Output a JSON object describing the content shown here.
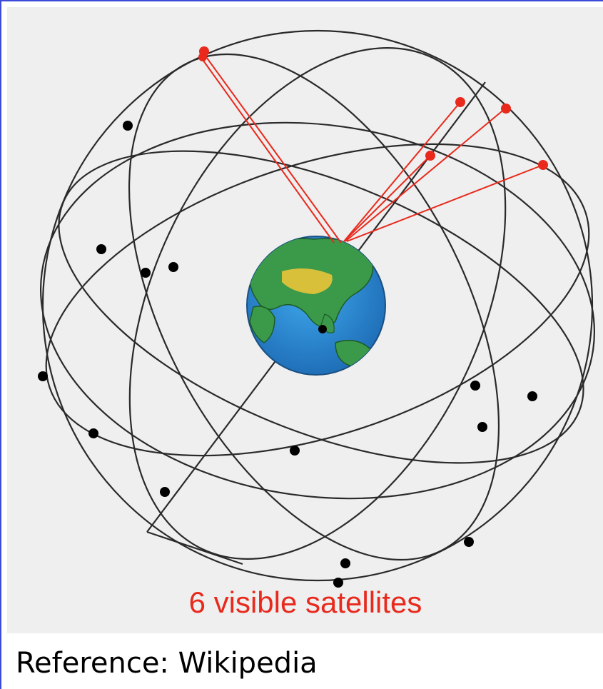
{
  "figure": {
    "label": "6 visible satellites",
    "label_color": "#e8291c",
    "visible_satellite_count": 6,
    "visible_satellite_color": "#e8291c",
    "other_satellite_color": "#000000",
    "orbit_color": "#2a2a2a",
    "earth_colors": {
      "ocean": "#2a8fd6",
      "land": "#3a9a4a",
      "highland": "#e0c23a"
    }
  },
  "caption": "Reference: Wikipedia"
}
